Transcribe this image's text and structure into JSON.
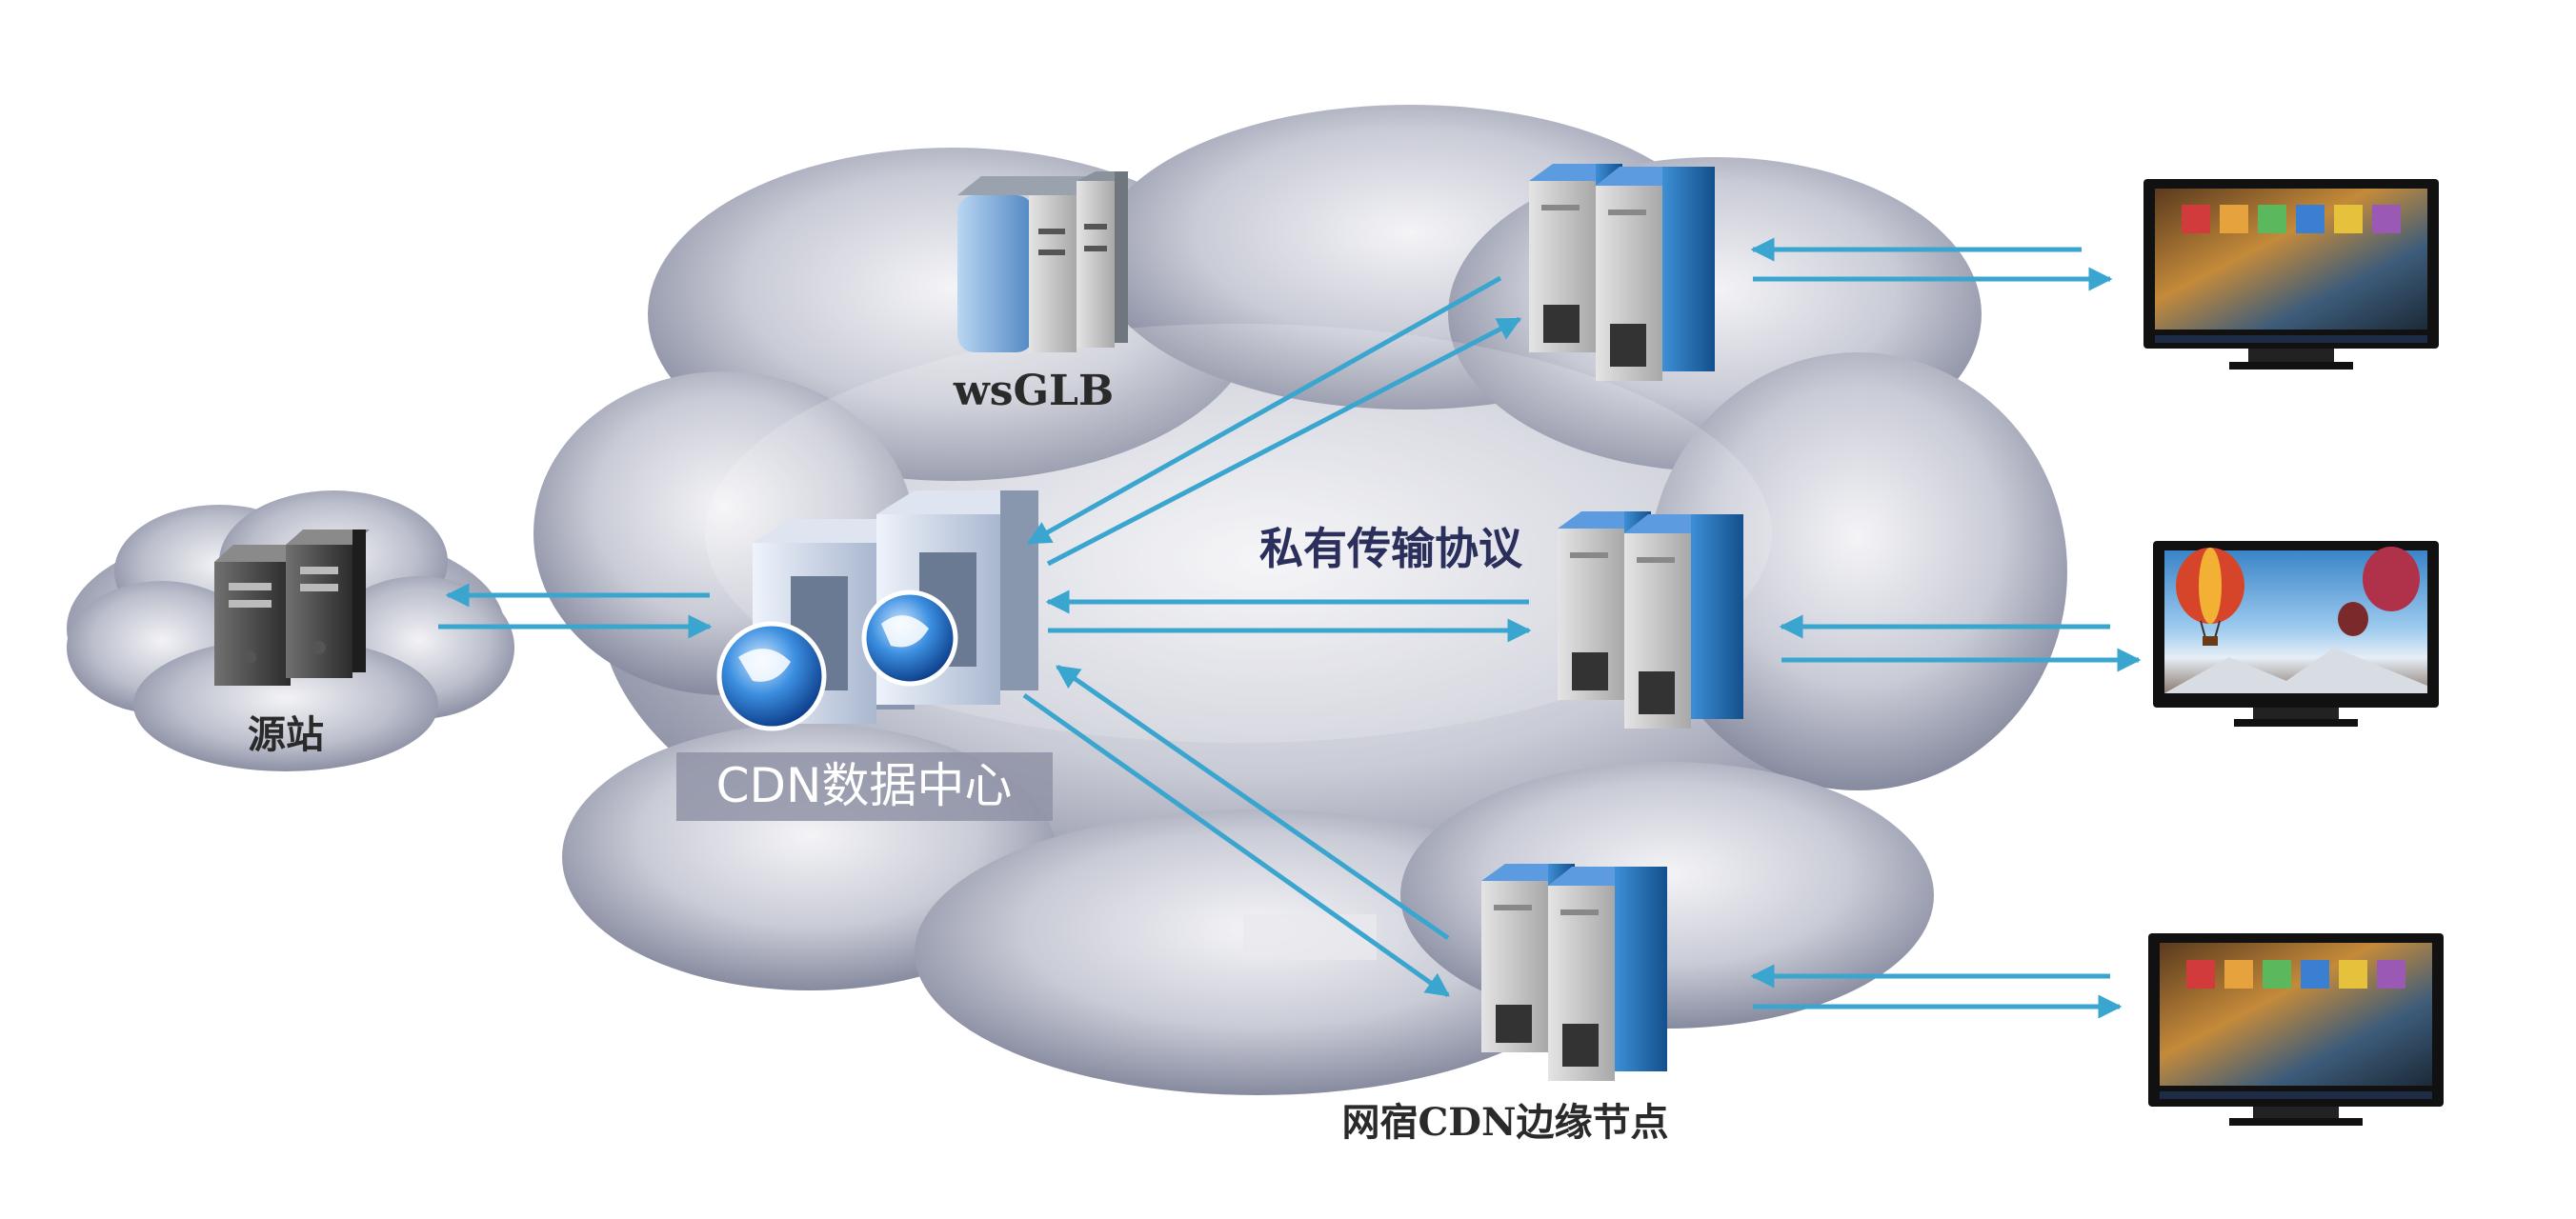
{
  "labels": {
    "wsglb": "wsGLB",
    "origin": "源站",
    "cdn_center": "CDN数据中心",
    "protocol": "私有传输协议",
    "edge_nodes": "网宿CDN边缘节点"
  },
  "colors": {
    "arrow": "#3aa6cf",
    "cloud_light": "#f2f2f5",
    "cloud_dark": "#8c8fa3",
    "server_blue": "#1f6fb5",
    "server_front": "#c9c9c9",
    "glb_blue": "#7aa9d6",
    "cdn_label_bg": "#8f93a6"
  },
  "icons": {
    "glb": "glb-server-icon",
    "origin": "origin-server-icon",
    "cdn": "cdn-server-icon",
    "edge": "edge-server-icon",
    "tv": "television-icon"
  }
}
